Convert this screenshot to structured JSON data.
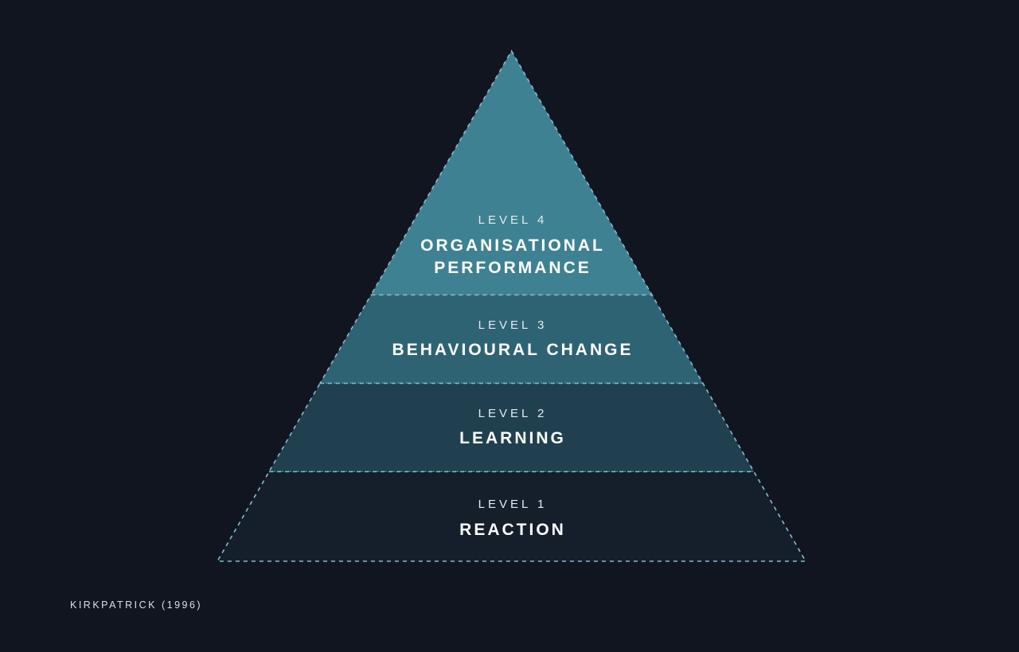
{
  "background_color": "#101520",
  "caption": "KIRKPATRICK (1996)",
  "pyramid": {
    "dash_color": "#85bccb",
    "levels": [
      {
        "label": "LEVEL 4",
        "title_lines": [
          "ORGANISATIONAL",
          "PERFORMANCE"
        ],
        "color": "#3e8192"
      },
      {
        "label": "LEVEL 3",
        "title_lines": [
          "BEHAVIOURAL CHANGE"
        ],
        "color": "#2e6374"
      },
      {
        "label": "LEVEL 2",
        "title_lines": [
          "LEARNING"
        ],
        "color": "#20404f"
      },
      {
        "label": "LEVEL 1",
        "title_lines": [
          "REACTION"
        ],
        "color": "#141f2b"
      }
    ]
  }
}
